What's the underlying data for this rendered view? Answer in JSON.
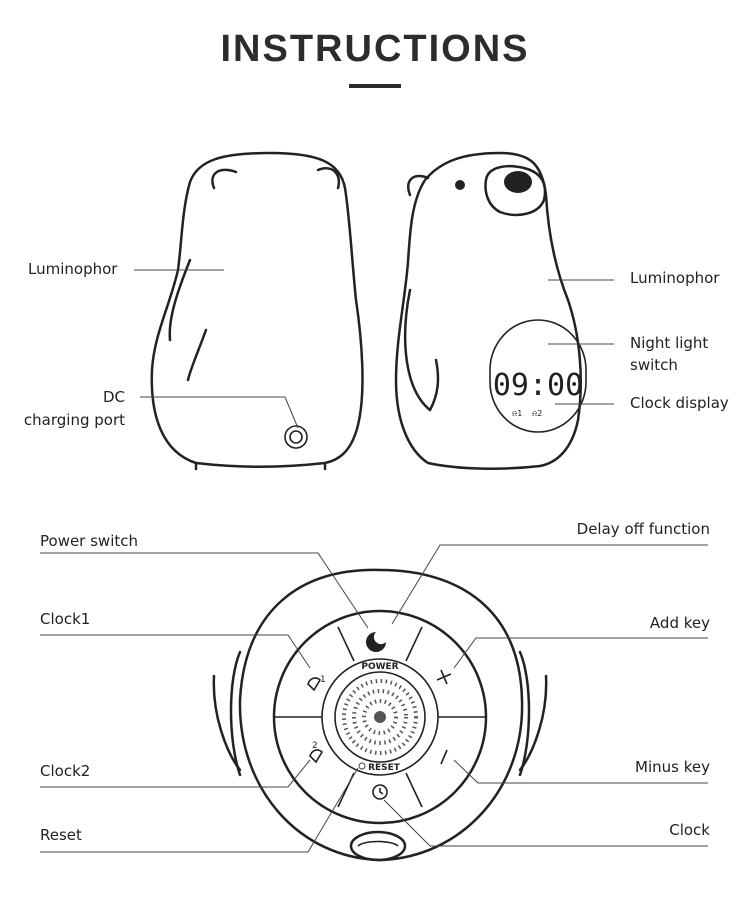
{
  "title": "INSTRUCTIONS",
  "labels": {
    "luminophor_left": "Luminophor",
    "dc_line1": "DC",
    "dc_line2": "charging port",
    "luminophor_right": "Luminophor",
    "night_line1": "Night light",
    "night_line2": "switch",
    "clock_display": "Clock display",
    "power_switch": "Power switch",
    "delay_off": "Delay off function",
    "clock1": "Clock1",
    "add_key": "Add key",
    "clock2": "Clock2",
    "minus_key": "Minus key",
    "reset": "Reset",
    "clock": "Clock"
  },
  "device": {
    "display_time": "09:00",
    "power_text": "POWER",
    "reset_text": "RESET"
  },
  "colors": {
    "ink": "#222222",
    "heading": "#2c2c2c"
  }
}
